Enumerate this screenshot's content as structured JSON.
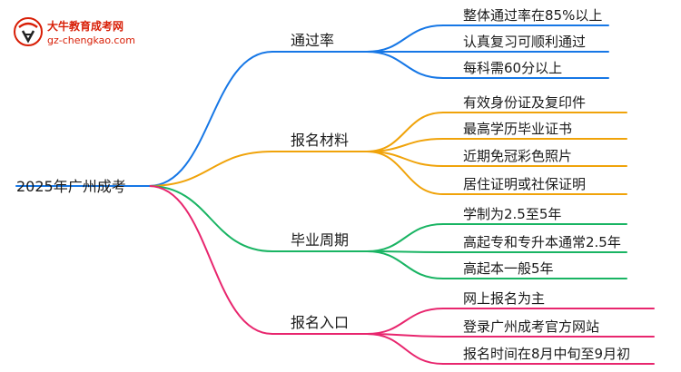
{
  "logo": {
    "title": "大牛教育成考网",
    "url": "gz-chengkao.com"
  },
  "root": {
    "label": "2025年广州成考"
  },
  "branches": [
    {
      "label": "通过率",
      "color": "#1677e6",
      "leaves": [
        "整体通过率在85%以上",
        "认真复习可顺利通过",
        "每科需60分以上"
      ]
    },
    {
      "label": "报名材料",
      "color": "#f0a30a",
      "leaves": [
        "有效身份证及复印件",
        "最高学历毕业证书",
        "近期免冠彩色照片",
        "居住证明或社保证明"
      ]
    },
    {
      "label": "毕业周期",
      "color": "#19b463",
      "leaves": [
        "学制为2.5至5年",
        "高起专和专升本通常2.5年",
        "高起本一般5年"
      ]
    },
    {
      "label": "报名入口",
      "color": "#e8266e",
      "leaves": [
        "网上报名为主",
        "登录广州成考官方网站",
        "报名时间在8月中旬至9月初"
      ]
    }
  ]
}
